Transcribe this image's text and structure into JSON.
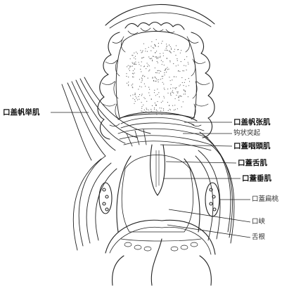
{
  "figure": {
    "labels": {
      "levator": "口盖帆举肌",
      "tensor": "口盖帆张肌",
      "hamulus": "钩状突起",
      "palatopharyngeus": "口蓋咽頭肌",
      "palatoglossus": "口蓋舌肌",
      "uvula_muscle": "口蓋垂肌",
      "tonsil": "口蓋扁桃",
      "fauces": "口峡",
      "tongue_root": "舌根"
    }
  }
}
